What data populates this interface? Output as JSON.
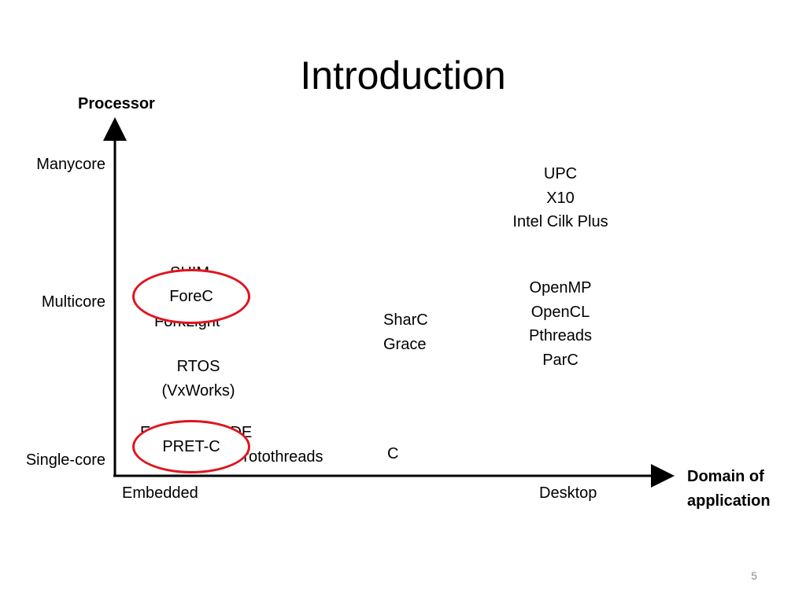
{
  "slide": {
    "title": "Introduction",
    "page_number": "5"
  },
  "axes": {
    "y_title": "Processor",
    "x_title_line1": "Domain of",
    "x_title_line2": "application",
    "y_levels": [
      "Manycore",
      "Multicore",
      "Single-core"
    ],
    "x_levels": [
      "Embedded",
      "Desktop"
    ]
  },
  "items": {
    "manycore_desktop": [
      "UPC",
      "X10",
      "Intel Cilk Plus"
    ],
    "multicore_desktop": [
      "OpenMP",
      "OpenCL",
      "Pthreads",
      "ParC"
    ],
    "multicore_middle": [
      "SharC",
      "Grace"
    ],
    "multicore_embedded_hidden_top": "SHIM",
    "multicore_embedded_hidden_bottom": "ForkLight",
    "rtos": [
      "RTOS",
      "(VxWorks)"
    ],
    "single_embedded_hidden_top": "Esterel, SCADE",
    "single_embedded_hidden_bottom": "Protothreads",
    "single_middle": "C"
  },
  "highlights": {
    "forec": "ForeC",
    "pretc": "PRET-C",
    "color": "#e0141e"
  }
}
